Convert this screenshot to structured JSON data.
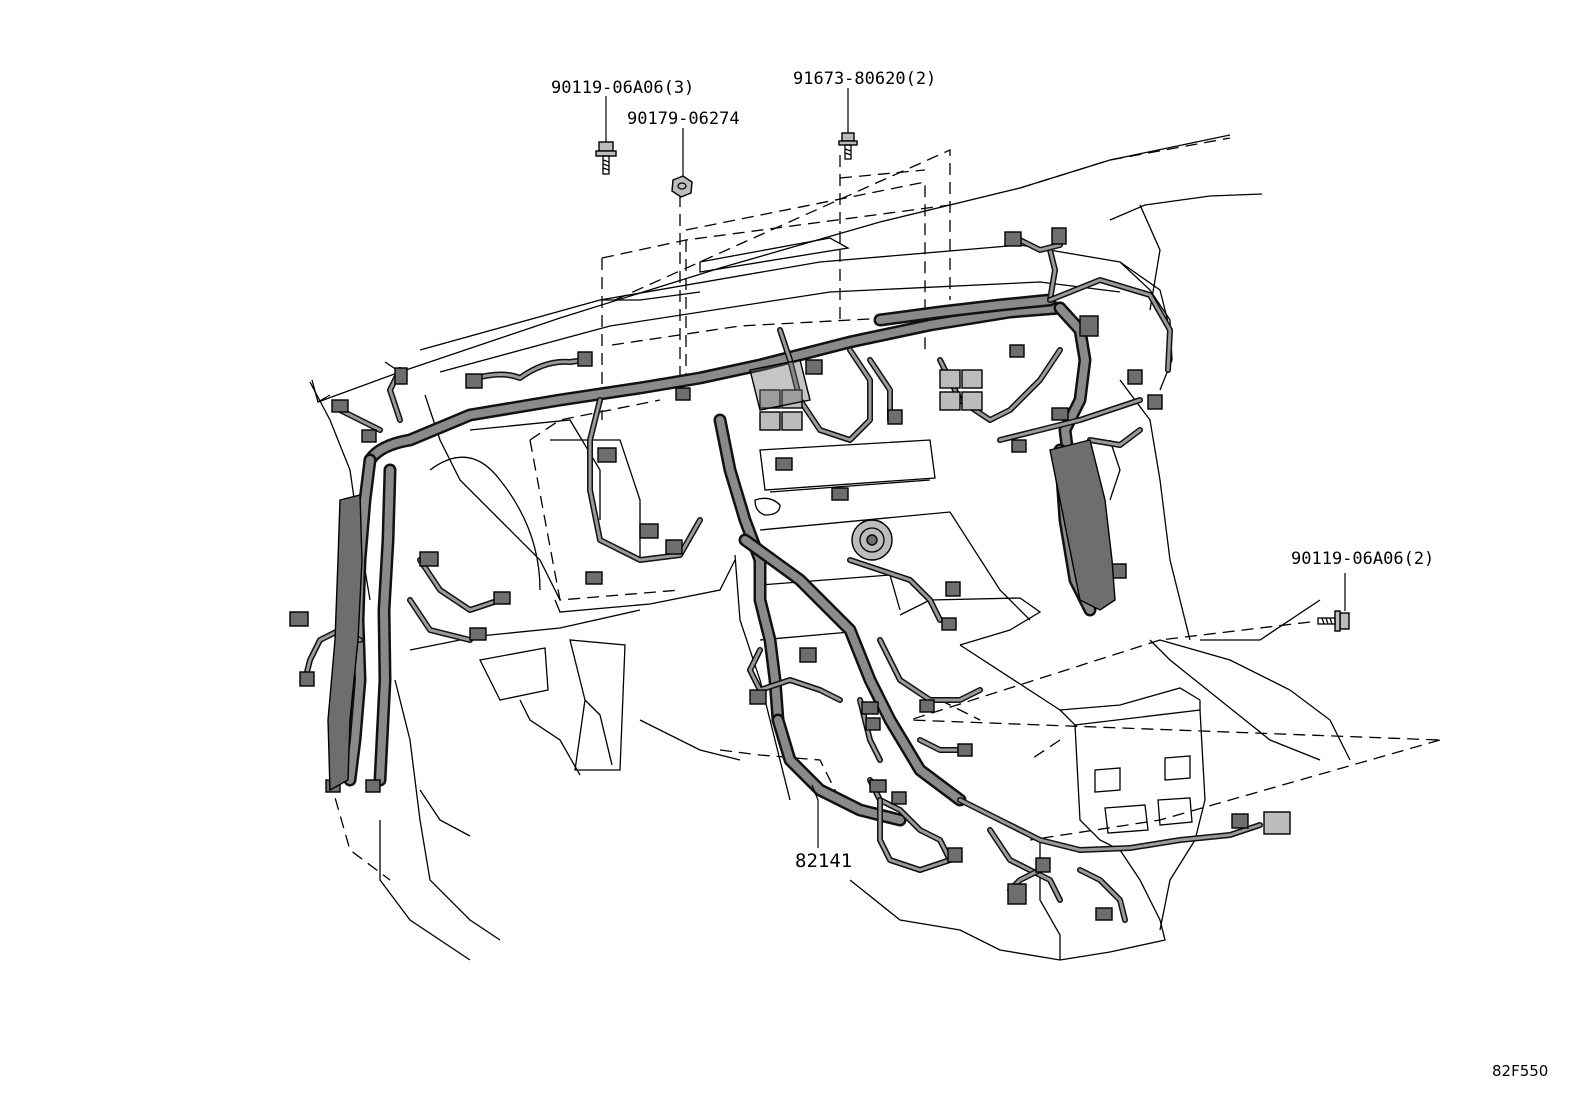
{
  "diagram": {
    "callouts": [
      {
        "id": "c1",
        "text": "90119-06A06(3)"
      },
      {
        "id": "c2",
        "text": "90179-06274"
      },
      {
        "id": "c3",
        "text": "91673-80620(2)"
      },
      {
        "id": "c4",
        "text": "90119-06A06(2)"
      },
      {
        "id": "c5",
        "text": "82141"
      }
    ],
    "diagram_code": "82F550"
  }
}
